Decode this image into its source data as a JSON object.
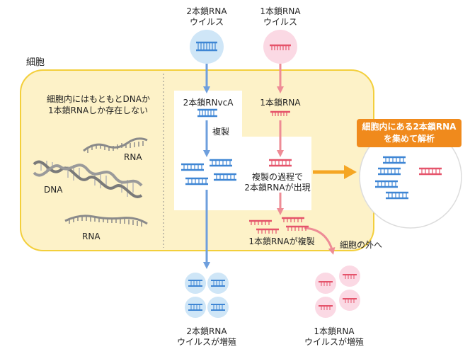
{
  "colors": {
    "cell_fill": "#fdf2c8",
    "cell_stroke": "#f3cf3c",
    "blue": "#3f86d4",
    "blue_arrow": "#6e9fdd",
    "red": "#e5546b",
    "red_arrow": "#ee8c96",
    "orange": "#f5a623",
    "badge": "#f08a1c",
    "circle_blue": "#cfe6f7",
    "circle_pink": "#fbd9e4",
    "gray": "#8a8a8a"
  },
  "labels": {
    "cell": "細胞",
    "top_ds_virus": [
      "2本鎖RNA",
      "ウイルス"
    ],
    "top_ss_virus": [
      "1本鎖RNA",
      "ウイルス"
    ],
    "cell_note": [
      "細胞内にはもともとDNAか",
      "1本鎖RNAしか存在しない"
    ],
    "rna_top": "RNA",
    "dna": "DNA",
    "rna_bottom": "RNA",
    "ds_inside": "2本鎖RNvcA",
    "replication": "複製",
    "ss_inside": "1本鎖RNA",
    "ds_appears": [
      "複製の過程で",
      "2本鎖RNAが出現"
    ],
    "ss_replication": "1本鎖RNAが複製",
    "outside": "細胞の外へ",
    "analysis_badge": [
      "細胞内にある2本鎖RNA",
      "を集めて解析"
    ],
    "ds_multiply": [
      "2本鎖RNA",
      "ウイルスが増殖"
    ],
    "ss_multiply": [
      "1本鎖RNA",
      "ウイルスが増殖"
    ]
  }
}
